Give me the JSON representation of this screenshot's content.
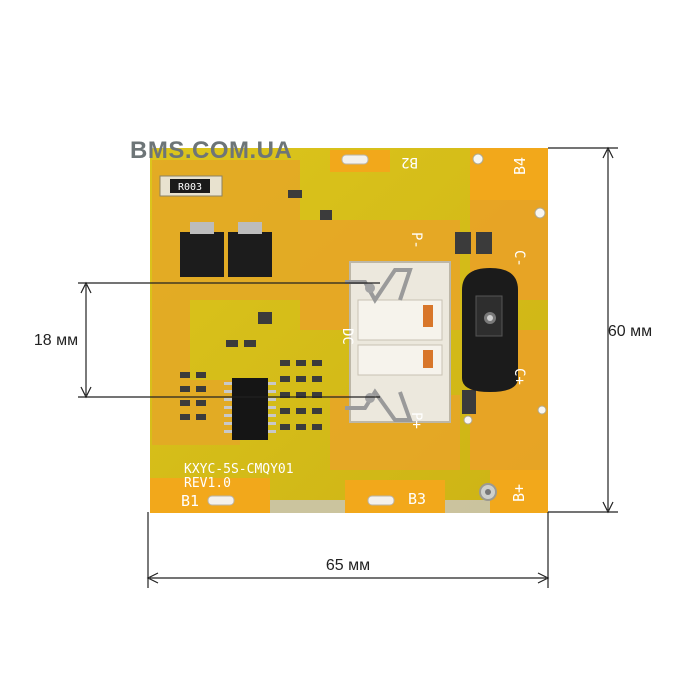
{
  "image": {
    "watermark": "BMS.COM.UA",
    "dimensions": {
      "width_label": "65 мм",
      "height_label": "60 мм",
      "port_spacing_label": "18 мм"
    },
    "board": {
      "model": "KXYC-5S-CMQY01",
      "revision": "REV1.0",
      "resistor_marking": "R003",
      "connector_label": "DC",
      "pads": {
        "b1": "B1",
        "b2": "B2",
        "b3": "B3",
        "b4": "B4",
        "b_plus": "B+",
        "p_minus": "P-",
        "c_minus": "C-",
        "c_plus": "C+",
        "p_plus": "P+"
      }
    },
    "colors": {
      "pcb": "#d9c21a",
      "pad": "#f2a81b",
      "connector": "#ece8dd",
      "line": "#222222"
    }
  }
}
